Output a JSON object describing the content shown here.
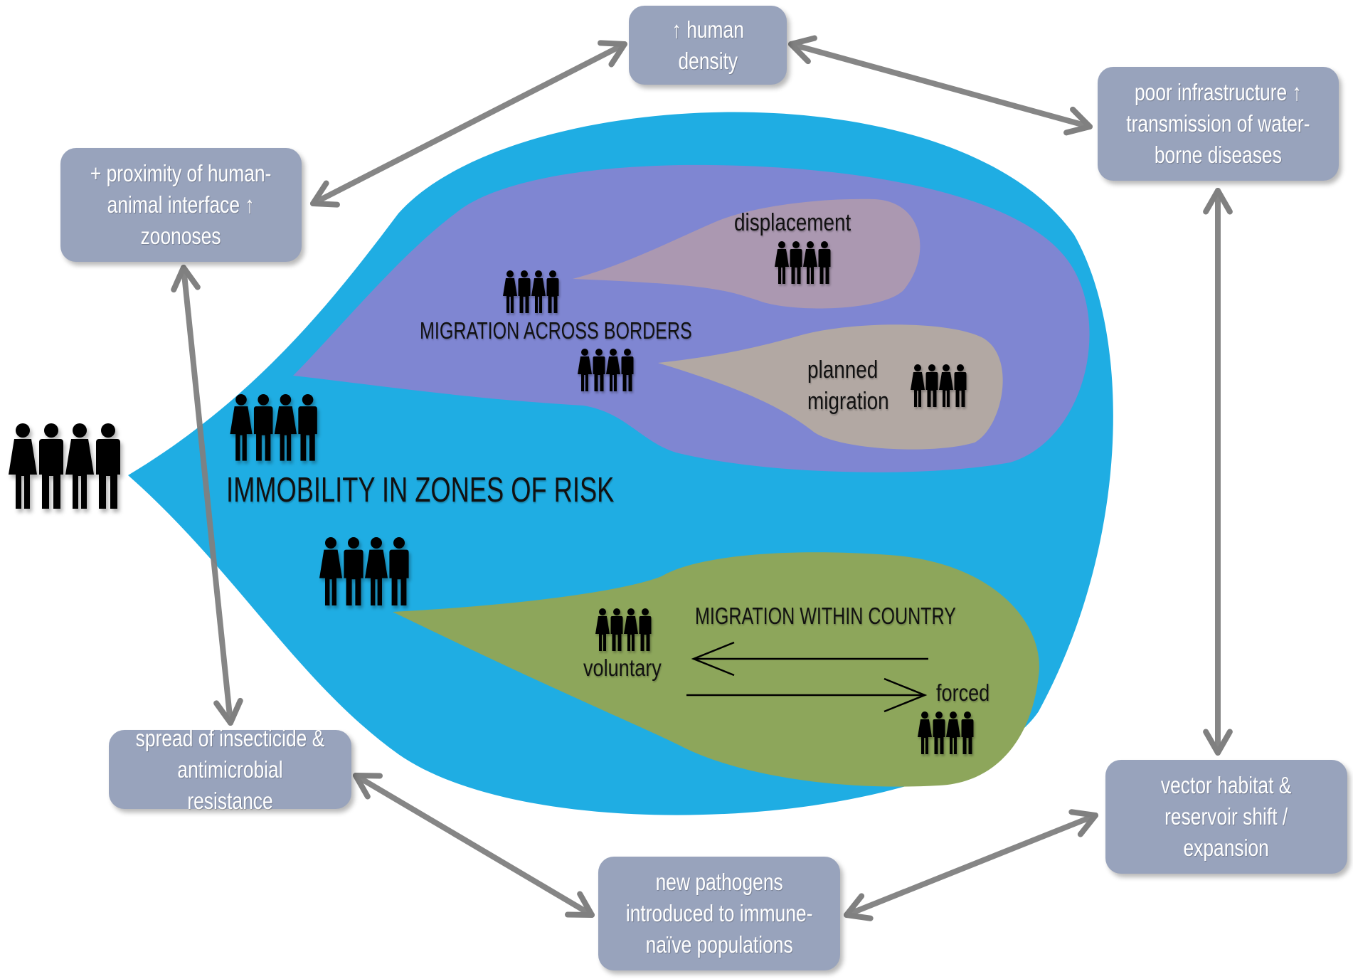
{
  "colors": {
    "outer_zone": "#1fade3",
    "borders_zone": "#7f86d2",
    "displacement_bubble": "#ab98b1",
    "planned_bubble": "#b2a8a3",
    "country_zone": "#8da65b",
    "factor_box": "#98a3bc",
    "arrow": "#808080"
  },
  "icons": [
    "people-group-icon",
    "double-arrow-icon"
  ],
  "diagram": {
    "center_label": "IMMOBILITY IN ZONES OF RISK",
    "borders_label": "MIGRATION ACROSS BORDERS",
    "displacement_label": "displacement",
    "planned_label": "planned\nmigration",
    "country_label": "MIGRATION WITHIN COUNTRY",
    "voluntary_label": "voluntary",
    "forced_label": "forced"
  },
  "boxes": {
    "human_density": "↑ human\ndensity",
    "proximity": "+ proximity of human-\nanimal interface ↑\nzoonoses",
    "infrastructure": "poor infrastructure ↑\ntransmission of water-\nborne diseases",
    "resistance": "spread of insecticide &\nantimicrobial resistance",
    "vector": "vector habitat &\nreservoir shift /\nexpansion",
    "pathogens": "new pathogens\nintroduced to immune-\nnaïve populations"
  }
}
